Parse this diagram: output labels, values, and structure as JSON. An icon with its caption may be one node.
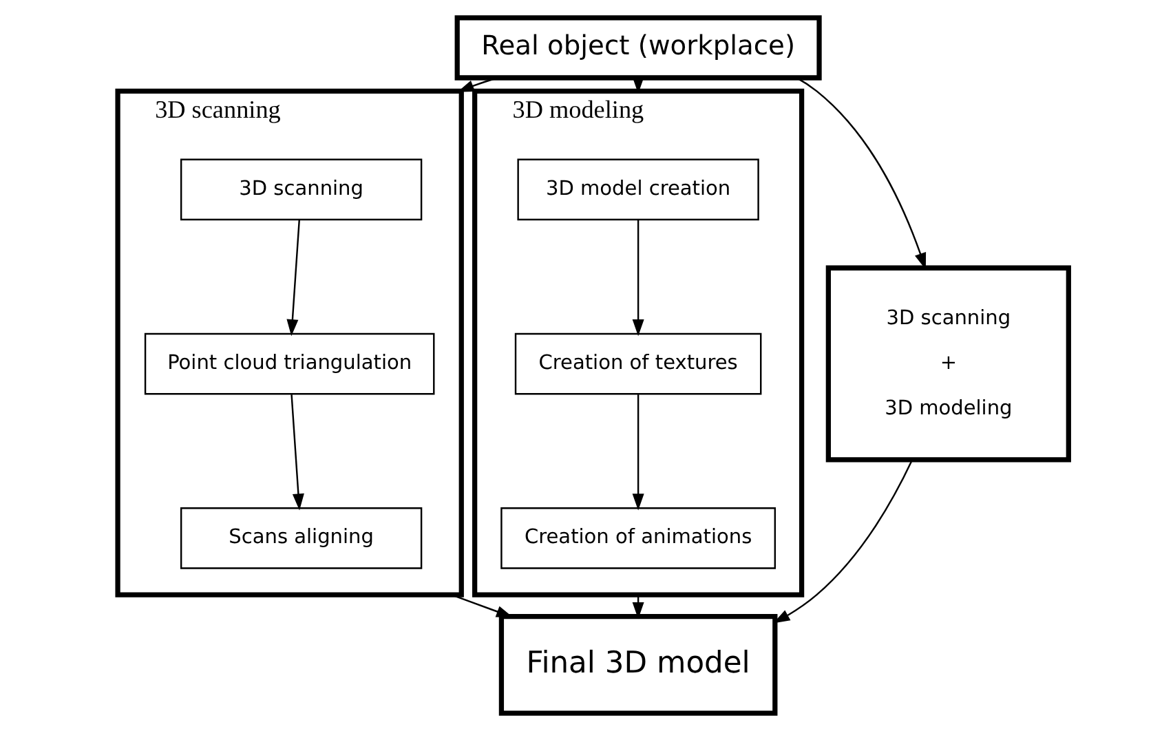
{
  "diagram": {
    "nodes": [
      {
        "text": [
          "Real object (workplace)"
        ]
      },
      {
        "text": [
          "3D scanning"
        ]
      },
      {
        "text": [
          "3D scanning"
        ],
        "in": 1
      },
      {
        "text": [
          "Point cloud triangulation"
        ],
        "in": 1
      },
      {
        "text": [
          "Scans aligning"
        ],
        "in": 1
      },
      {
        "text": [
          "3D modeling"
        ]
      },
      {
        "text": [
          "3D model creation"
        ],
        "in": 5
      },
      {
        "text": [
          "Creation of textures"
        ],
        "in": 5
      },
      {
        "text": [
          "Creation of animations"
        ],
        "in": 5
      },
      {
        "text": [
          "3D scanning",
          "+",
          "3D modeling"
        ]
      },
      {
        "text": [
          "Final 3D model"
        ]
      }
    ],
    "edges": [
      {
        "from": 0,
        "to": 1,
        "arrow": "to"
      },
      {
        "from": 0,
        "to": 5,
        "arrow": "to"
      },
      {
        "from": 0,
        "to": 9,
        "arrow": "to"
      },
      {
        "from": 2,
        "to": 3,
        "arrow": "to"
      },
      {
        "from": 3,
        "to": 4,
        "arrow": "to"
      },
      {
        "from": 6,
        "to": 7,
        "arrow": "to"
      },
      {
        "from": 7,
        "to": 8,
        "arrow": "to"
      },
      {
        "from": 1,
        "to": 10,
        "arrow": "to"
      },
      {
        "from": 5,
        "to": 10,
        "arrow": "to"
      },
      {
        "from": 9,
        "to": 10,
        "arrow": "to"
      }
    ]
  }
}
